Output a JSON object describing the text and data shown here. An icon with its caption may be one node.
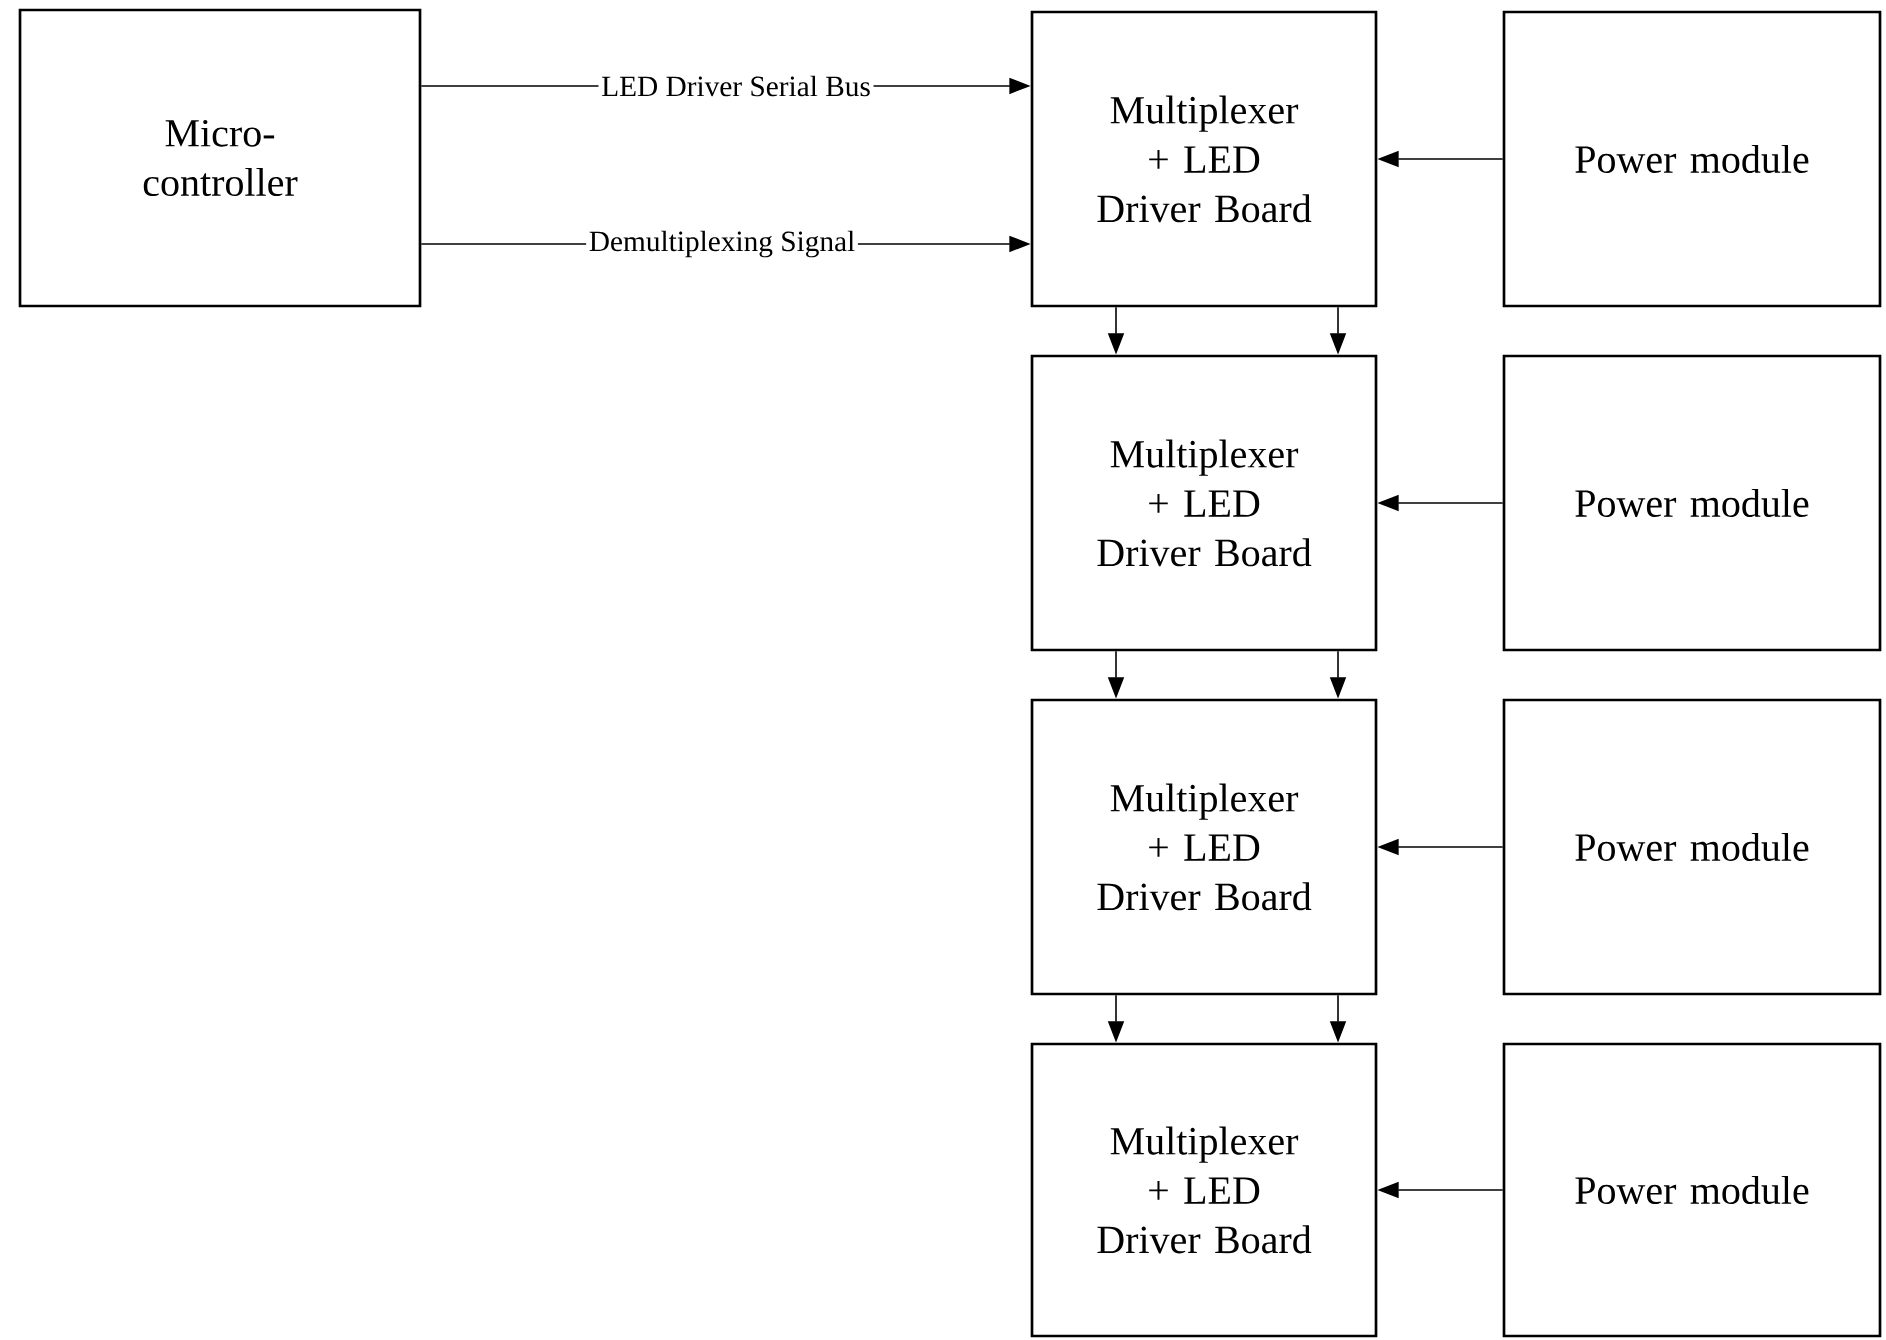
{
  "diagram": {
    "nodes": [
      {
        "text": [
          "Micro- controller"
        ]
      },
      {
        "text": [
          "Multiplexer + LED Driver Board"
        ]
      },
      {
        "text": [
          "Power module"
        ]
      },
      {
        "text": [
          "Multiplexer + LED Driver Board"
        ]
      },
      {
        "text": [
          "Power module"
        ]
      },
      {
        "text": [
          "Multiplexer + LED Driver Board"
        ]
      },
      {
        "text": [
          "Power module"
        ]
      },
      {
        "text": [
          "Multiplexer + LED Driver Board"
        ]
      },
      {
        "text": [
          "Power module"
        ]
      }
    ],
    "edges": [
      {
        "from": 0,
        "to": 1,
        "arrow": "to",
        "label": "LED Driver Serial Bus"
      },
      {
        "from": 0,
        "to": 1,
        "arrow": "to",
        "label": "Demultiplexing Signal"
      },
      {
        "from": 2,
        "to": 1,
        "arrow": "to"
      },
      {
        "from": 1,
        "to": 3,
        "arrow": "to"
      },
      {
        "from": 1,
        "to": 3,
        "arrow": "to"
      },
      {
        "from": 4,
        "to": 3,
        "arrow": "to"
      },
      {
        "from": 3,
        "to": 5,
        "arrow": "to"
      },
      {
        "from": 3,
        "to": 5,
        "arrow": "to"
      },
      {
        "from": 6,
        "to": 5,
        "arrow": "to"
      },
      {
        "from": 5,
        "to": 7,
        "arrow": "to"
      },
      {
        "from": 5,
        "to": 7,
        "arrow": "to"
      },
      {
        "from": 8,
        "to": 7,
        "arrow": "to"
      }
    ]
  }
}
